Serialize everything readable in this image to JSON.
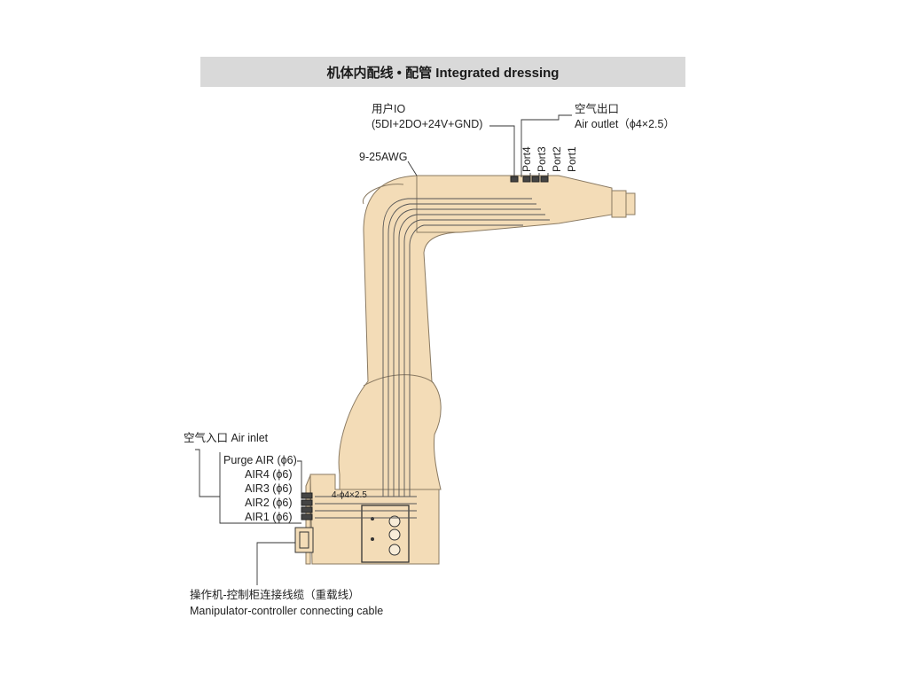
{
  "title": "机体内配线 • 配管 Integrated dressing",
  "user_io": {
    "title": "用户IO",
    "spec": "(5DI+2DO+24V+GND)"
  },
  "wire_gauge": "9-25AWG",
  "air_outlet": {
    "title": "空气出口",
    "spec": "Air outlet（ϕ4×2.5）",
    "ports": [
      "Port4",
      "Port3",
      "Port2",
      "Port1"
    ]
  },
  "air_inlet": {
    "title": "空气入口 Air inlet",
    "items": [
      "Purge AIR (ϕ6)",
      "AIR4 (ϕ6)",
      "AIR3 (ϕ6)",
      "AIR2 (ϕ6)",
      "AIR1 (ϕ6)"
    ]
  },
  "tube_label": "4-ϕ4×2.5",
  "cable": {
    "title_cn": "操作机-控制柜连接线缆（重载线）",
    "title_en": "Manipulator-controller connecting cable"
  },
  "colors": {
    "robot_body": "#f3dcb7",
    "robot_outline": "#8a7a62",
    "header_bg": "#d9d9d9"
  }
}
